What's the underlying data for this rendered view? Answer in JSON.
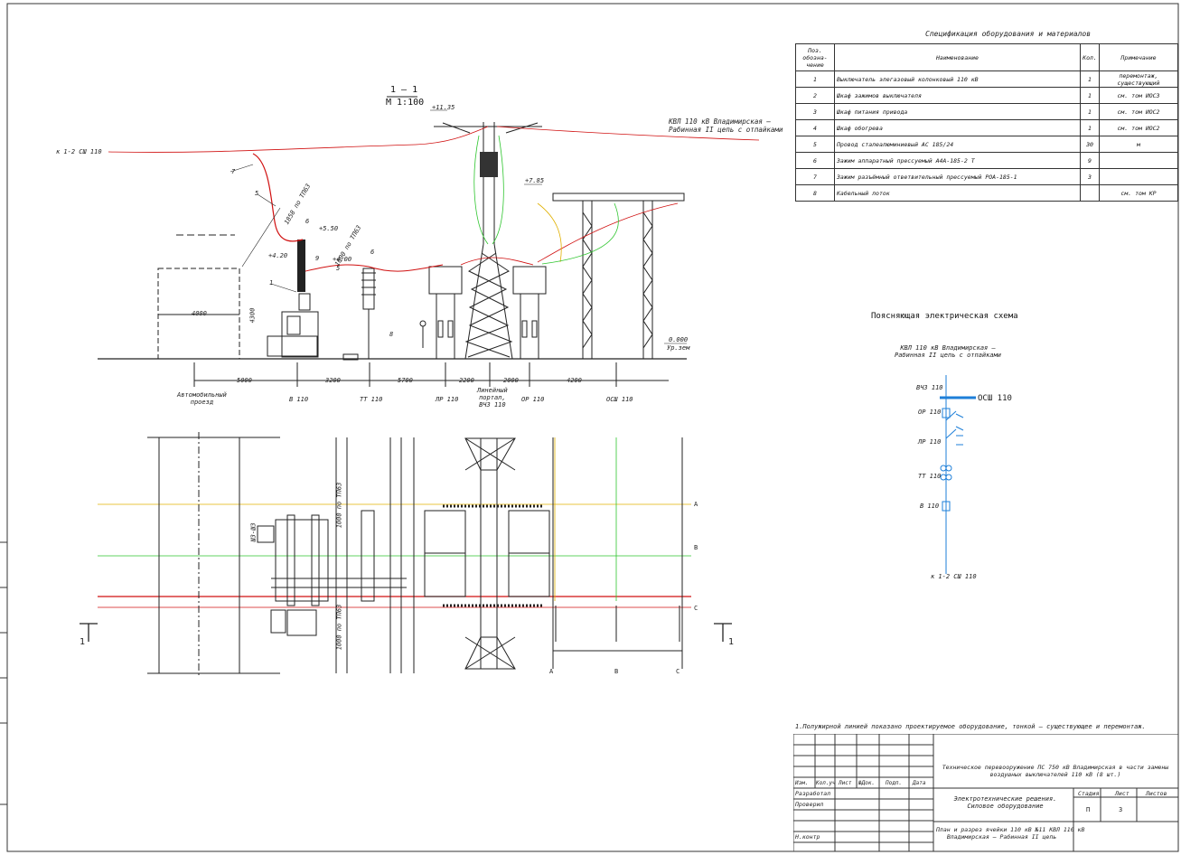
{
  "section": {
    "title": "1 – 1",
    "scale": "М 1:100"
  },
  "labels": {
    "feeder_in": "к 1-2 СШ 110",
    "line_desc": "КВЛ 110 кВ Владимирская –\nРабинная II цепь с отпайками",
    "elev_1135": "+11.35",
    "elev_785": "+7.85",
    "elev_550": "+5.50",
    "elev_420": "+4.20",
    "elev_400": "+4.00",
    "elev_000": "0.000",
    "ground": "Ур.зем",
    "dim_4000": "4000",
    "dim_4300": "4300",
    "dim_1858": "1858 по ТП63",
    "dim_1000": "1000 по ТП63",
    "item_7": "7",
    "item_5a": "5",
    "item_6a": "6",
    "item_9": "9",
    "item_5b": "5",
    "item_6b": "6",
    "item_1": "1",
    "item_8": "8",
    "d_5000": "5000",
    "d_3200": "3200",
    "d_5700": "5700",
    "d_2200": "2200",
    "d_2000": "2000",
    "d_4200": "4200",
    "eq_road": "Автомобильный\nпроезд",
    "eq_b110": "В 110",
    "eq_tt110": "ТТ 110",
    "eq_lr110": "ЛР 110",
    "eq_portal": "Линейный\nпортал,\nВЧЗ 110",
    "eq_or110": "ОР 110",
    "eq_osh110": "ОСШ 110",
    "plan_a": "A",
    "plan_b": "B",
    "plan_c": "C",
    "plan_a2": "A",
    "plan_b2": "B",
    "plan_c2": "C",
    "plan_1_left": "1",
    "plan_1_right": "1",
    "plan_dim_1": "1000 по ТП63",
    "plan_dim_2": "1000 по ТП63",
    "plan_cabinet": "ШЗ-ШЗ"
  },
  "spec": {
    "title": "Спецификация оборудования и материалов",
    "headers": [
      "Поз. обозна- чение",
      "Наименование",
      "Кол.",
      "Примечание"
    ],
    "rows": [
      {
        "pos": "1",
        "name": "Выключатель элегазовый колонковый 110 кВ",
        "qty": "1",
        "note": "перемонтаж, существующий"
      },
      {
        "pos": "2",
        "name": "Шкаф зажимов выключателя",
        "qty": "1",
        "note": "см. том ИОС3"
      },
      {
        "pos": "3",
        "name": "Шкаф питания привода",
        "qty": "1",
        "note": "см. том ИОС2"
      },
      {
        "pos": "4",
        "name": "Шкаф обогрева",
        "qty": "1",
        "note": "см. том ИОС2"
      },
      {
        "pos": "5",
        "name": "Провод сталеалюминиевый АС 185/24",
        "qty": "30",
        "note": "м"
      },
      {
        "pos": "6",
        "name": "Зажим аппаратный прессуемый А4А-185-2 Т",
        "qty": "9",
        "note": ""
      },
      {
        "pos": "7",
        "name": "Зажим разъёмный ответвительный прессуемый РОА-185-1",
        "qty": "3",
        "note": ""
      },
      {
        "pos": "8",
        "name": "Кабельный лоток",
        "qty": "",
        "note": "см. том КР"
      }
    ]
  },
  "scheme": {
    "title": "Поясняющая электрическая схема",
    "line": "КВЛ 110 кВ Владимирская –\nРабинная II цепь с отпайками",
    "vch": "ВЧЗ 110",
    "osh": "ОСШ 110",
    "or": "ОР 110",
    "lr": "ЛР 110",
    "tt": "ТТ 110",
    "b": "В 110",
    "bus": "к 1-2 СШ 110"
  },
  "note": "1.Полужирной линией показано проектируемое оборудование, тонкой – существующее и перемонтаж.",
  "stamp": {
    "project": "Техническое перевооружение ПС 750 кВ Владимирская в части замены воздушных выключателей 110 кВ (8 шт.)",
    "cols": [
      "Изм.",
      "Кол.уч",
      "Лист",
      "№Док.",
      "Подп.",
      "Дата"
    ],
    "roles": [
      "Разработал",
      "Проверил",
      "",
      "Н.контр"
    ],
    "section": "Электротехнические решения.\nСиловое оборудование",
    "stage_h": "Стадия",
    "sheet_h": "Лист",
    "sheets_h": "Листов",
    "stage": "П",
    "sheet": "3",
    "sheets": "",
    "drawing": "План и разрез ячейки 110 кВ №11 КВЛ 110 кВ\nВладимирская – Рабинная II цепь"
  },
  "colors": {
    "phaseA": "#e0b000",
    "phaseB": "#2ec52e",
    "phaseC": "#d01010",
    "blue": "#1e7fd8",
    "line": "#222"
  }
}
